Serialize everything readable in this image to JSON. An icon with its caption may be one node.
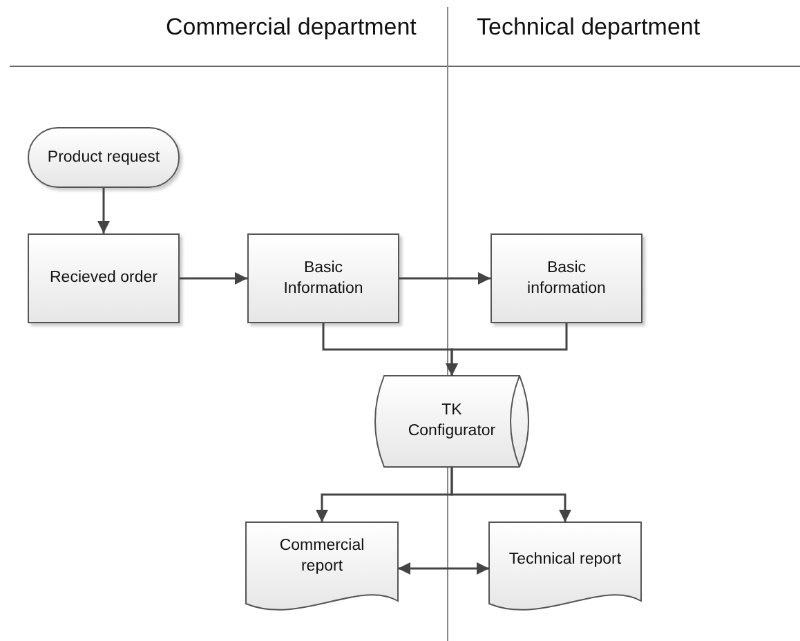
{
  "diagram": {
    "nodes": [
      {
        "text": [
          "Product request"
        ]
      },
      {
        "text": [
          "Recieved order"
        ]
      },
      {
        "text": [
          "Basic Information"
        ]
      },
      {
        "text": [
          "Basic information"
        ]
      },
      {
        "text": [
          "TK Configurator"
        ]
      },
      {
        "text": [
          "Commercial report"
        ]
      },
      {
        "text": [
          "Technical report"
        ]
      }
    ],
    "edges": [
      {
        "from": 0,
        "to": 1,
        "arrow": "to"
      },
      {
        "from": 1,
        "to": 2,
        "arrow": "to"
      },
      {
        "from": 2,
        "to": 3,
        "arrow": "to"
      },
      {
        "from": 2,
        "to": 4,
        "arrow": "to"
      },
      {
        "from": 3,
        "to": 4,
        "arrow": "to"
      },
      {
        "from": 4,
        "to": 5,
        "arrow": "to"
      },
      {
        "from": 4,
        "to": 6,
        "arrow": "to"
      },
      {
        "from": 5,
        "to": 6,
        "arrow": "both"
      }
    ],
    "labels": [
      "Commercial department",
      "Technical department"
    ]
  }
}
